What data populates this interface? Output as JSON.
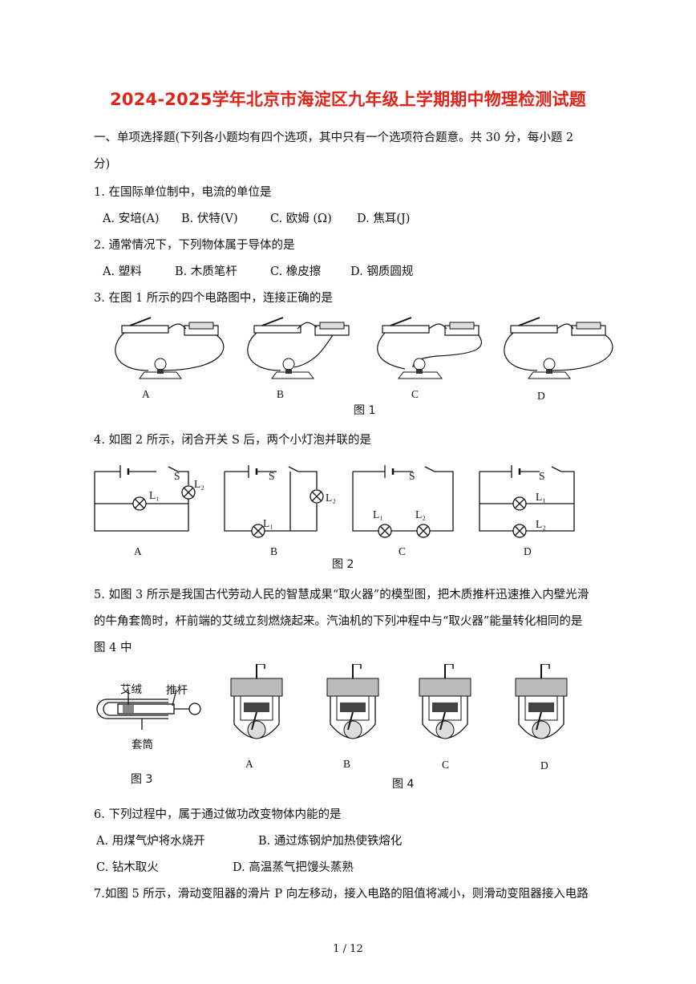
{
  "title": "2024-2025学年北京市海淀区九年级上学期期中物理检测试题",
  "section1": {
    "line1": "一、单项选择题(下列各小题均有四个选项，其中只有一个选项符合题意。共 30 分，每小题 2",
    "line2": "分)"
  },
  "q1": {
    "stem": "1. 在国际单位制中，电流的单位是",
    "options": [
      "A. 安培(A)",
      "B. 伏特(V)",
      "C. 欧姆 (Ω)",
      "D. 焦耳(J)"
    ]
  },
  "q2": {
    "stem": "2. 通常情况下，下列物体属于导体的是",
    "options": [
      "A. 塑料",
      "B. 木质笔杆",
      "C. 橡皮擦",
      "D. 钢质圆规"
    ]
  },
  "q3": {
    "stem": "3. 在图 1 所示的四个电路图中，连接正确的是",
    "labels": [
      "A",
      "B",
      "C",
      "D"
    ],
    "caption": "图 1"
  },
  "q4": {
    "stem": "4. 如图 2 所示，闭合开关 S 后，两个小灯泡并联的是",
    "labels": [
      "A",
      "B",
      "C",
      "D"
    ],
    "caption": "图 2",
    "switch": "S",
    "l1": "L₁",
    "l2": "L₂"
  },
  "q5": {
    "line1": "5. 如图 3 所示是我国古代劳动人民的智慧成果“取火器”的模型图，把木质推杆迅速推入内壁光滑",
    "line2": "的牛角套筒时，杆前端的艾绒立刻燃烧起来。汽油机的下列冲程中与“取火器”能量转化相同的是",
    "line3": "图 4 中",
    "fig3_labels": {
      "airong": "艾绒",
      "tuigan": "推杆",
      "taotong": "套筒"
    },
    "fig3_caption": "图 3",
    "fig4_labels": [
      "A",
      "B",
      "C",
      "D"
    ],
    "fig4_caption": "图 4"
  },
  "q6": {
    "stem": "6. 下列过程中，属于通过做功改变物体内能的是",
    "options": [
      "A. 用煤气炉将水烧开",
      "B. 通过炼钢炉加热使铁熔化",
      "C. 钻木取火",
      "D. 高温蒸气把馒头蒸熟"
    ]
  },
  "q7": {
    "stem": "7.如图 5 所示，滑动变阻器的滑片 P 向左移动，接入电路的阻值将减小，则滑动变阻器接入电路"
  },
  "page_number": "1 / 12"
}
